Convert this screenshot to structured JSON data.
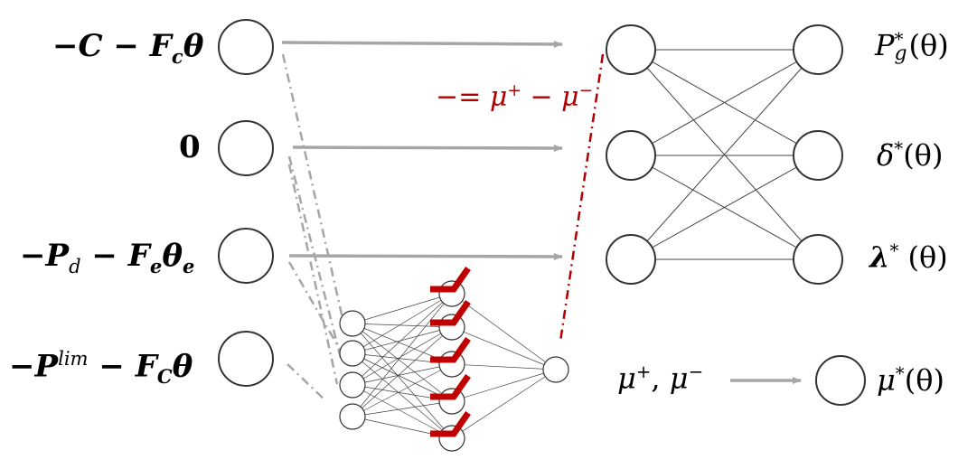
{
  "inputs": {
    "in1": {
      "neg": "−",
      "a": "C",
      "minus": " − ",
      "b": "F",
      "b_sub": "c",
      "c": "θ"
    },
    "in2": {
      "a": "0"
    },
    "in3": {
      "neg": "−",
      "a": "P",
      "a_sub": "d",
      "minus": " − ",
      "b": "F",
      "b_sub": "e",
      "c": "θ",
      "c_sub": "e"
    },
    "in4": {
      "neg": "−",
      "a": "P",
      "a_sup": "lim",
      "minus": " − ",
      "b": "F",
      "b_sub": "C",
      "c": "θ"
    }
  },
  "outputs": {
    "out1": {
      "a": "P",
      "a_sup": "*",
      "a_sub": "g",
      "b": "(θ)"
    },
    "out2": {
      "a": "δ",
      "a_sup": "*",
      "b": "(θ)"
    },
    "out3": {
      "a": "λ",
      "a_sup": "*",
      "b": " (θ)"
    },
    "out4": {
      "a": "μ",
      "a_sup": "*",
      "b": "(θ)"
    }
  },
  "mu_pair": {
    "a": "μ",
    "a_sup": "+",
    "sep": ", ",
    "b": "μ",
    "b_sup": "−"
  },
  "red_label": {
    "a": "−= ",
    "b": "μ",
    "b_sup": "+",
    "minus": " − ",
    "c": "μ",
    "c_sup": "−"
  },
  "colors": {
    "arrow": "#a6a6a6",
    "relu": "#c00000",
    "red_dash": "#b00000",
    "node_stroke": "#333333",
    "edge": "#444444"
  }
}
